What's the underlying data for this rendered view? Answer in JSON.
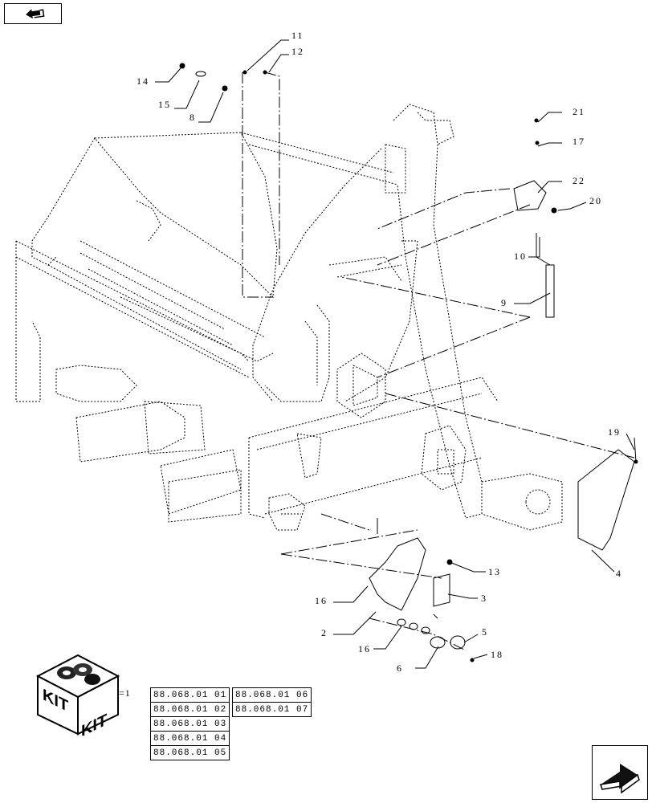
{
  "diagram": {
    "callouts": [
      {
        "id": "c11",
        "label": "11"
      },
      {
        "id": "c12",
        "label": "12"
      },
      {
        "id": "c14",
        "label": "14"
      },
      {
        "id": "c15",
        "label": "15"
      },
      {
        "id": "c8",
        "label": "8"
      },
      {
        "id": "c21",
        "label": "21"
      },
      {
        "id": "c17",
        "label": "17"
      },
      {
        "id": "c22",
        "label": "22"
      },
      {
        "id": "c20",
        "label": "20"
      },
      {
        "id": "c10",
        "label": "10"
      },
      {
        "id": "c9",
        "label": "9"
      },
      {
        "id": "c19",
        "label": "19"
      },
      {
        "id": "c4",
        "label": "4"
      },
      {
        "id": "c13",
        "label": "13"
      },
      {
        "id": "c16a",
        "label": "16"
      },
      {
        "id": "c3",
        "label": "3"
      },
      {
        "id": "c2",
        "label": "2"
      },
      {
        "id": "c16b",
        "label": "16"
      },
      {
        "id": "c5",
        "label": "5"
      },
      {
        "id": "c18",
        "label": "18"
      },
      {
        "id": "c6",
        "label": "6"
      }
    ]
  },
  "kit": {
    "icon_text_left": "KIT",
    "icon_text_right": "KIT",
    "equals_label": "=1",
    "references_col1": [
      "88.068.01 01",
      "88.068.01 02",
      "88.068.01 03",
      "88.068.01 04",
      "88.068.01 05"
    ],
    "references_col2": [
      "88.068.01 06",
      "88.068.01 07"
    ]
  },
  "navigation": {
    "top_icon": "back-arrow-icon",
    "bottom_icon": "next-arrow-icon"
  }
}
